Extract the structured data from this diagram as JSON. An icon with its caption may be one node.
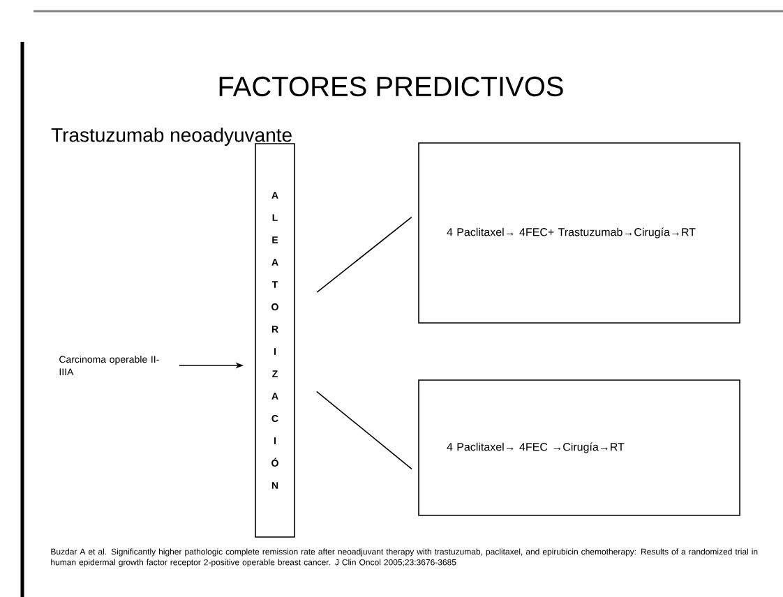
{
  "diagram": {
    "title": "FACTORES PREDICTIVOS",
    "nodes": [
      {
        "text": [
          "Carcinoma operable II-IIIA"
        ]
      },
      {
        "text": [
          "ALEATORIZACIÓN"
        ]
      },
      {
        "text": [
          "4 Paclitaxel→ 4FEC+ Trastuzumab→Cirugía→RT"
        ]
      },
      {
        "text": [
          "4 Paclitaxel→ 4FEC →Cirugía→RT"
        ]
      }
    ],
    "edges": [
      {
        "from": 0,
        "to": 1,
        "arrow": "to"
      },
      {
        "from": 1,
        "to": 2,
        "arrow": "none"
      },
      {
        "from": 1,
        "to": 3,
        "arrow": "none"
      }
    ],
    "labels": [
      "Trastuzumab neoadyuvante",
      "Buzdar A et al. Significantly higher pathologic complete remission rate after neoadjuvant therapy with trastuzumab, paclitaxel, and epirubicin chemotherapy: Results of a randomized trial in human epidermal growth factor receptor 2-positive operable breast cancer. J Clin Oncol 2005;23:3676-3685"
    ]
  }
}
